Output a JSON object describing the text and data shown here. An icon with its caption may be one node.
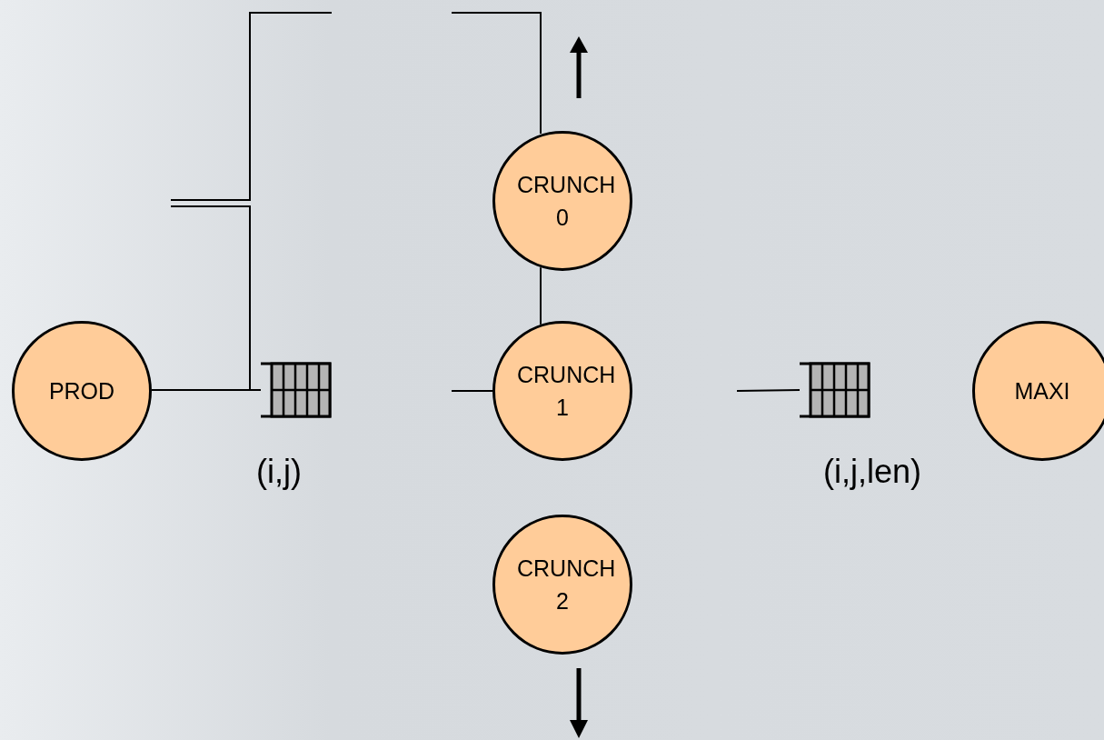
{
  "diagram": {
    "nodes": [
      {
        "text": [
          "PROD"
        ]
      },
      {
        "text": [],
        "shape": "box",
        "beside": [
          "(i,j)"
        ]
      },
      {
        "text": [
          "CRUNCH 0"
        ]
      },
      {
        "text": [
          "CRUNCH 1"
        ]
      },
      {
        "text": [
          "CRUNCH 2"
        ]
      },
      {
        "text": [],
        "shape": "box",
        "beside": [
          "(i,j,len)"
        ]
      },
      {
        "text": [
          "MAXI"
        ]
      }
    ],
    "edges": [
      {
        "from": 0,
        "to": 1,
        "arrow": "none"
      },
      {
        "from": null,
        "to": 3,
        "arrow": "none"
      },
      {
        "from": null,
        "to": 5,
        "arrow": "none"
      },
      {
        "from": 2,
        "to": 3,
        "arrow": "none"
      }
    ]
  }
}
